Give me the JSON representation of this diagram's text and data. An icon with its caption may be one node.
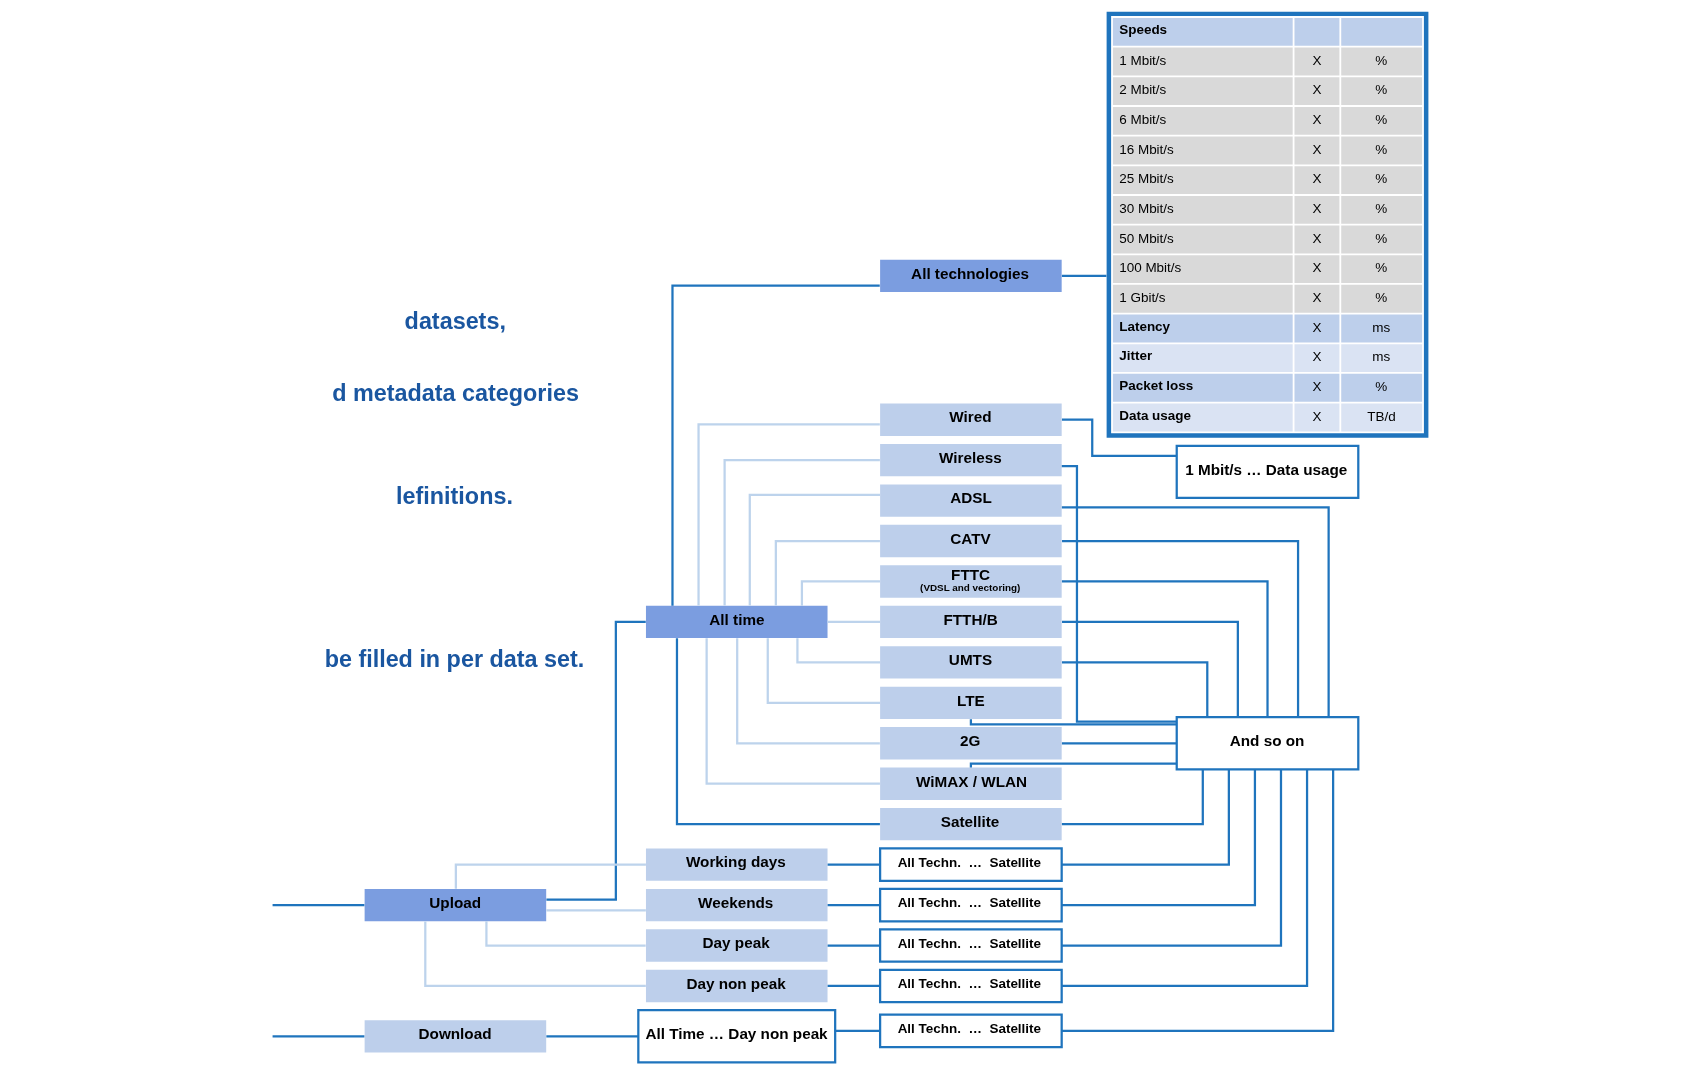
{
  "diagram": {
    "nodes": [
      {
        "text": [
          "Upload"
        ]
      },
      {
        "text": [
          "Download"
        ]
      },
      {
        "text": [
          "All time"
        ]
      },
      {
        "text": [
          "Working days"
        ]
      },
      {
        "text": [
          "Weekends"
        ]
      },
      {
        "text": [
          "Day peak"
        ]
      },
      {
        "text": [
          "Day non peak"
        ]
      },
      {
        "text": [
          "All Time … Day non peak"
        ]
      },
      {
        "text": [
          "All technologies"
        ]
      },
      {
        "text": [
          "Wired"
        ]
      },
      {
        "text": [
          "Wireless"
        ]
      },
      {
        "text": [
          "ADSL"
        ]
      },
      {
        "text": [
          "CATV"
        ]
      },
      {
        "text": [
          "FTTC",
          "(VDSL and vectoring)"
        ]
      },
      {
        "text": [
          "FTTH/B"
        ]
      },
      {
        "text": [
          "UMTS"
        ]
      },
      {
        "text": [
          "LTE"
        ]
      },
      {
        "text": [
          "2G"
        ]
      },
      {
        "text": [
          "WiMAX / WLAN"
        ]
      },
      {
        "text": [
          "Satellite"
        ]
      },
      {
        "text": [
          "All Techn.  …  Satellite"
        ]
      },
      {
        "text": [
          "All Techn.  …  Satellite"
        ]
      },
      {
        "text": [
          "All Techn.  …  Satellite"
        ]
      },
      {
        "text": [
          "All Techn.  …  Satellite"
        ]
      },
      {
        "text": [
          "All Techn.  …  Satellite"
        ]
      },
      {
        "text": [
          "Speeds",
          "1 Mbit/s",
          "X",
          "%",
          "2 Mbit/s",
          "X",
          "%",
          "6 Mbit/s",
          "X",
          "%",
          "16 Mbit/s",
          "X",
          "%",
          "25 Mbit/s",
          "X",
          "%",
          "30 Mbit/s",
          "X",
          "%",
          "50 Mbit/s",
          "X",
          "%",
          "100 Mbit/s",
          "X",
          "%",
          "1 Gbit/s",
          "X",
          "%",
          "Latency",
          "X",
          "ms",
          "Jitter",
          "X",
          "ms",
          "Packet loss",
          "X",
          "%",
          "Data usage",
          "X",
          "TB/d"
        ]
      },
      {
        "text": [
          "1 Mbit/s … Data usage"
        ]
      },
      {
        "text": [
          "And so on"
        ]
      }
    ],
    "edges": [
      {
        "from": null,
        "to": 0,
        "arrow": "none"
      },
      {
        "from": null,
        "to": 1,
        "arrow": "none"
      },
      {
        "from": 0,
        "to": 2,
        "arrow": "none"
      },
      {
        "from": 0,
        "to": 3,
        "arrow": "none",
        "color": "#bdd3ec"
      },
      {
        "from": 0,
        "to": 4,
        "arrow": "none",
        "color": "#bdd3ec"
      },
      {
        "from": 0,
        "to": 5,
        "arrow": "none",
        "color": "#bdd3ec"
      },
      {
        "from": 0,
        "to": 6,
        "arrow": "none",
        "color": "#bdd3ec"
      },
      {
        "from": 1,
        "to": 7,
        "arrow": "none"
      },
      {
        "from": 2,
        "to": 8,
        "arrow": "none"
      },
      {
        "from": 2,
        "to": 9,
        "arrow": "none",
        "color": "#bdd3ec"
      },
      {
        "from": 2,
        "to": 10,
        "arrow": "none",
        "color": "#bdd3ec"
      },
      {
        "from": 2,
        "to": 11,
        "arrow": "none",
        "color": "#bdd3ec"
      },
      {
        "from": 2,
        "to": 12,
        "arrow": "none",
        "color": "#bdd3ec"
      },
      {
        "from": 2,
        "to": 13,
        "arrow": "none",
        "color": "#bdd3ec"
      },
      {
        "from": 2,
        "to": 14,
        "arrow": "none",
        "color": "#bdd3ec"
      },
      {
        "from": 2,
        "to": 15,
        "arrow": "none",
        "color": "#bdd3ec"
      },
      {
        "from": 2,
        "to": 16,
        "arrow": "none",
        "color": "#bdd3ec"
      },
      {
        "from": 2,
        "to": 17,
        "arrow": "none",
        "color": "#bdd3ec"
      },
      {
        "from": 2,
        "to": 18,
        "arrow": "none",
        "color": "#bdd3ec"
      },
      {
        "from": 2,
        "to": 19,
        "arrow": "none"
      },
      {
        "from": 3,
        "to": 20,
        "arrow": "none"
      },
      {
        "from": 4,
        "to": 21,
        "arrow": "none"
      },
      {
        "from": 5,
        "to": 22,
        "arrow": "none"
      },
      {
        "from": 6,
        "to": 23,
        "arrow": "none"
      },
      {
        "from": 7,
        "to": 24,
        "arrow": "none"
      },
      {
        "from": 8,
        "to": 25,
        "arrow": "none"
      },
      {
        "from": 9,
        "to": 26,
        "arrow": "none"
      },
      {
        "from": 10,
        "to": 27,
        "arrow": "none"
      },
      {
        "from": 11,
        "to": 27,
        "arrow": "none"
      },
      {
        "from": 12,
        "to": 27,
        "arrow": "none"
      },
      {
        "from": 13,
        "to": 27,
        "arrow": "none"
      },
      {
        "from": 14,
        "to": 27,
        "arrow": "none"
      },
      {
        "from": 15,
        "to": 27,
        "arrow": "none"
      },
      {
        "from": 16,
        "to": 27,
        "arrow": "none"
      },
      {
        "from": 17,
        "to": 27,
        "arrow": "none"
      },
      {
        "from": 18,
        "to": 27,
        "arrow": "none"
      },
      {
        "from": 19,
        "to": 27,
        "arrow": "none"
      },
      {
        "from": 20,
        "to": 27,
        "arrow": "none"
      },
      {
        "from": 21,
        "to": 27,
        "arrow": "none"
      },
      {
        "from": 22,
        "to": 27,
        "arrow": "none"
      },
      {
        "from": 23,
        "to": 27,
        "arrow": "none"
      },
      {
        "from": 24,
        "to": 27,
        "arrow": "none"
      }
    ],
    "labels": [
      "datasets,",
      "d metadata categories",
      "lefinitions.",
      "be filled in per data set."
    ]
  }
}
